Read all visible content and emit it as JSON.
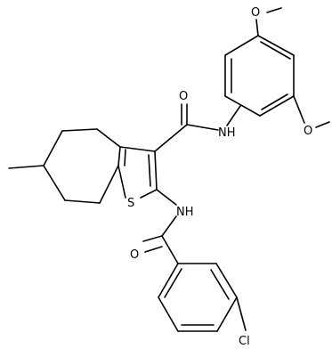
{
  "structure": {
    "atoms": {
      "methoxy_top_ch3": "",
      "methoxy_top_o": "O",
      "ring_b_c1": "",
      "ring_b_c2": "",
      "ring_b_c3": "",
      "ring_b_c4": "",
      "ring_b_c5": "",
      "ring_b_c6": "",
      "amide_o": "O",
      "amide_n": "NH",
      "methoxy_right_o": "O",
      "methoxy_right_ch3": "",
      "sulfur": "S",
      "amine_n": "NH",
      "benzoyl_o": "O",
      "chlorine": "Cl",
      "methyl": ""
    }
  }
}
